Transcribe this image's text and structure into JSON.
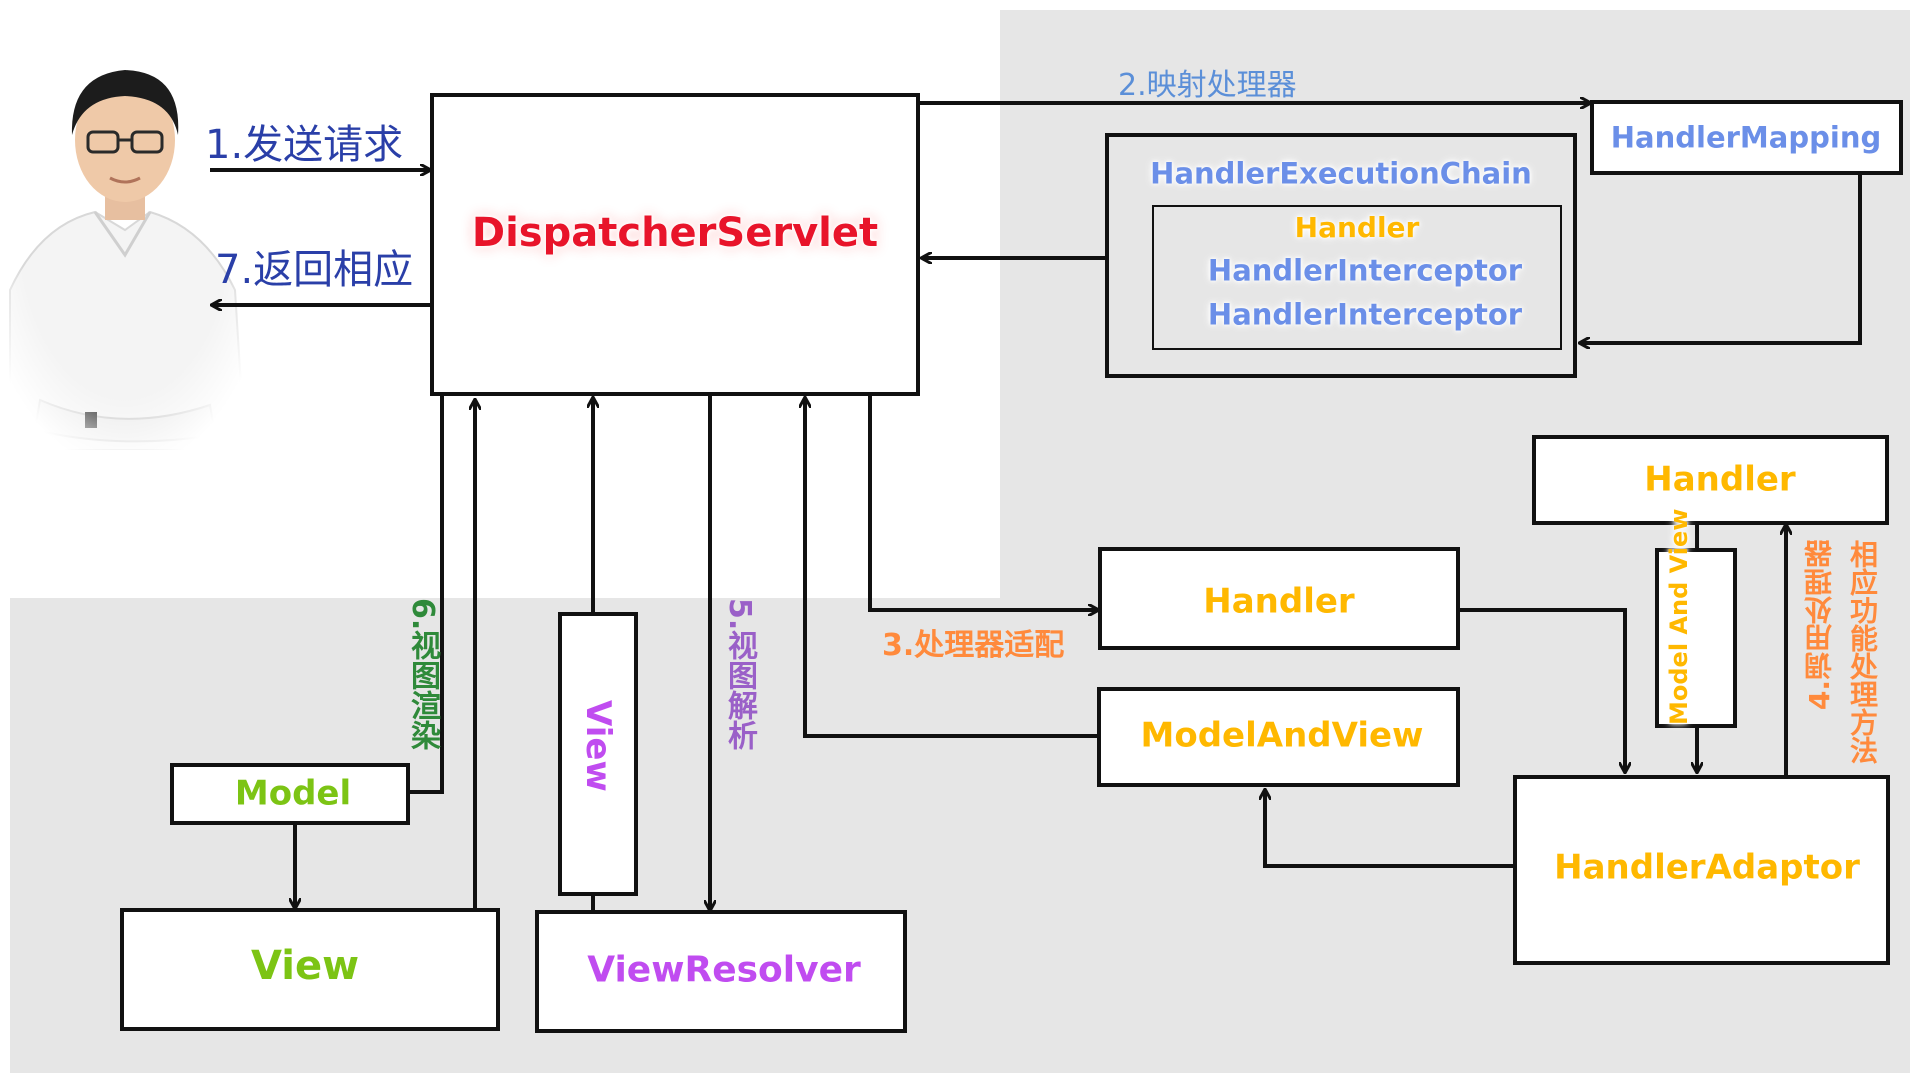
{
  "boxes": {
    "dispatcher": "DispatcherServlet",
    "handler_mapping": "HandlerMapping",
    "execution_chain": "HandlerExecutionChain",
    "chain_handler": "Handler",
    "chain_interceptor_1": "HandlerInterceptor",
    "chain_interceptor_2": "HandlerInterceptor",
    "handler_top": "Handler",
    "handler_mid": "Handler",
    "model_and_view": "ModelAndView",
    "model_and_view_vertical": "Model And View",
    "handler_adaptor": "HandlerAdaptor",
    "model": "Model",
    "view": "View",
    "view_vertical": "View",
    "view_resolver": "ViewResolver"
  },
  "labels": {
    "send_request": "1.发送请求",
    "return_response": "7.返回相应",
    "map_handler": "2.映射处理器",
    "handler_adapt": "3.处理器适配",
    "call_handler": "4.调用处理器",
    "call_method": "相应功能处理方法",
    "view_resolve": "5.视图解析",
    "view_render": "6.视图渲染"
  },
  "colors": {
    "red": "#e8142a",
    "blue": "#6b8fe8",
    "orange": "#ffb800",
    "green": "#7cc414",
    "purple": "#c04cf0",
    "dark_blue_label": "#2a3fa8",
    "light_blue_label": "#5b8fd8",
    "orange_label": "#ff8a3c",
    "purple_label": "#9a60c8",
    "green_label": "#2f8a3a",
    "background_grey": "#e6e6e6"
  },
  "icons": [
    "person-photo"
  ]
}
